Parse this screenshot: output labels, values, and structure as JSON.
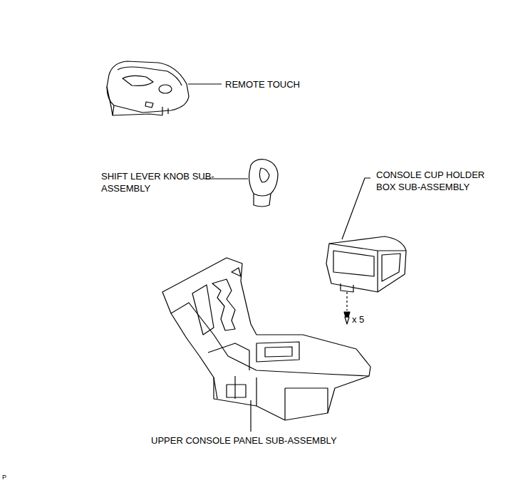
{
  "diagram": {
    "labels": [
      "REMOTE TOUCH",
      "SHIFT LEVER KNOB SUB-ASSEMBLY",
      "CONSOLE CUP HOLDER BOX SUB-ASSEMBLY",
      "x 5",
      "UPPER CONSOLE PANEL SUB-ASSEMBLY",
      "P"
    ]
  }
}
